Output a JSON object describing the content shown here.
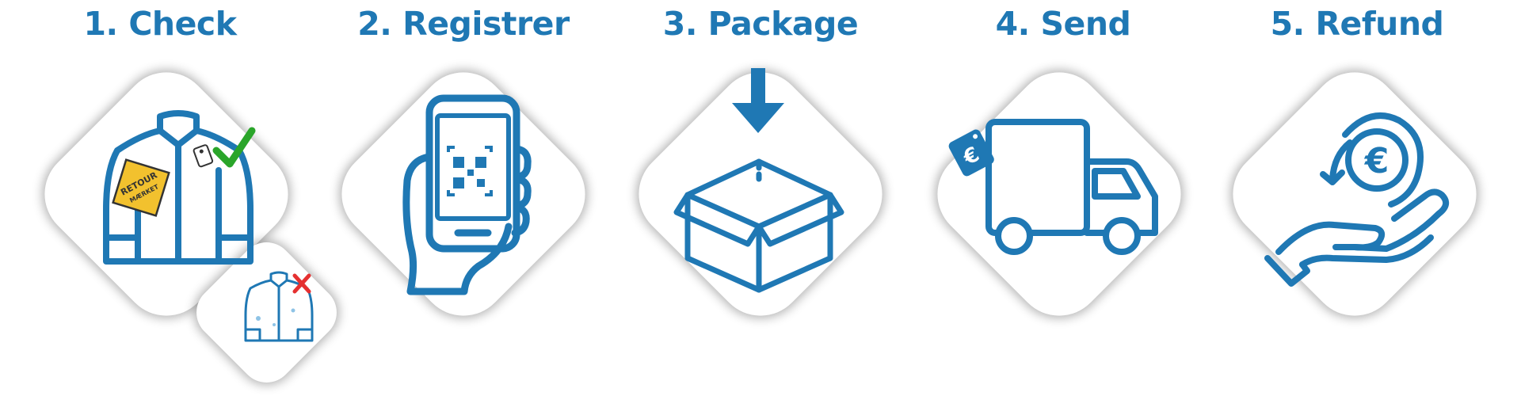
{
  "steps": [
    {
      "label": "1. Check",
      "icon": "jacket-with-tag-icon"
    },
    {
      "label": "2. Registrer",
      "icon": "phone-qr-code-icon"
    },
    {
      "label": "3. Package",
      "icon": "open-box-icon"
    },
    {
      "label": "4. Send",
      "icon": "delivery-truck-icon"
    },
    {
      "label": "5. Refund",
      "icon": "hand-euro-refund-icon"
    }
  ],
  "badges": {
    "retour": "RETOUR",
    "merket": "MÆRKET",
    "currency": "€"
  },
  "colors": {
    "primary": "#1f78b4",
    "check": "#2aa52a",
    "cross": "#e53030",
    "badge": "#f2c12e"
  }
}
